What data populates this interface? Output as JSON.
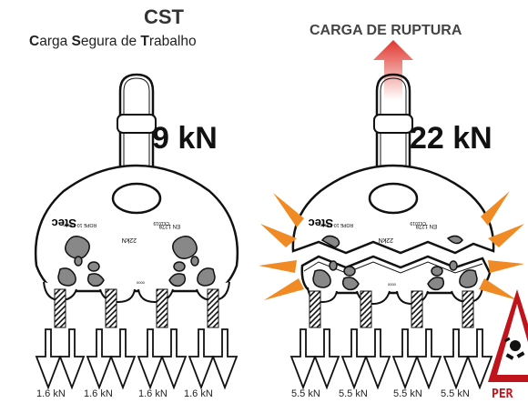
{
  "left": {
    "title": "CST",
    "subtitle_parts": [
      {
        "text": "C",
        "bold": true
      },
      {
        "text": "arga ",
        "bold": false
      },
      {
        "text": "S",
        "bold": true
      },
      {
        "text": "egura de ",
        "bold": false
      },
      {
        "text": "T",
        "bold": true
      },
      {
        "text": "rabalho",
        "bold": false
      }
    ],
    "load": "9 kN",
    "leg_labels": [
      "1.6 kN",
      "1.6 kN",
      "1.6 kN",
      "1.6 kN"
    ]
  },
  "right": {
    "title": "CARGA DE RUPTURA",
    "load": "22 kN",
    "leg_labels": [
      "5.5 kN",
      "5.5 kN",
      "5.5 kN",
      "5.5 kN"
    ],
    "danger_label": "PER"
  },
  "plate_markings": {
    "brand": "Stec",
    "model": "22kN",
    "standard": "EN 1278",
    "code": "CE1019",
    "rope": "ROPE 10-13mm",
    "serial": "0000"
  },
  "colors": {
    "plate_fill": "#ffffff",
    "outline": "#111111",
    "burst": "#f08a24",
    "arrow_up": "#e8443a",
    "danger_red": "#c0141c"
  }
}
